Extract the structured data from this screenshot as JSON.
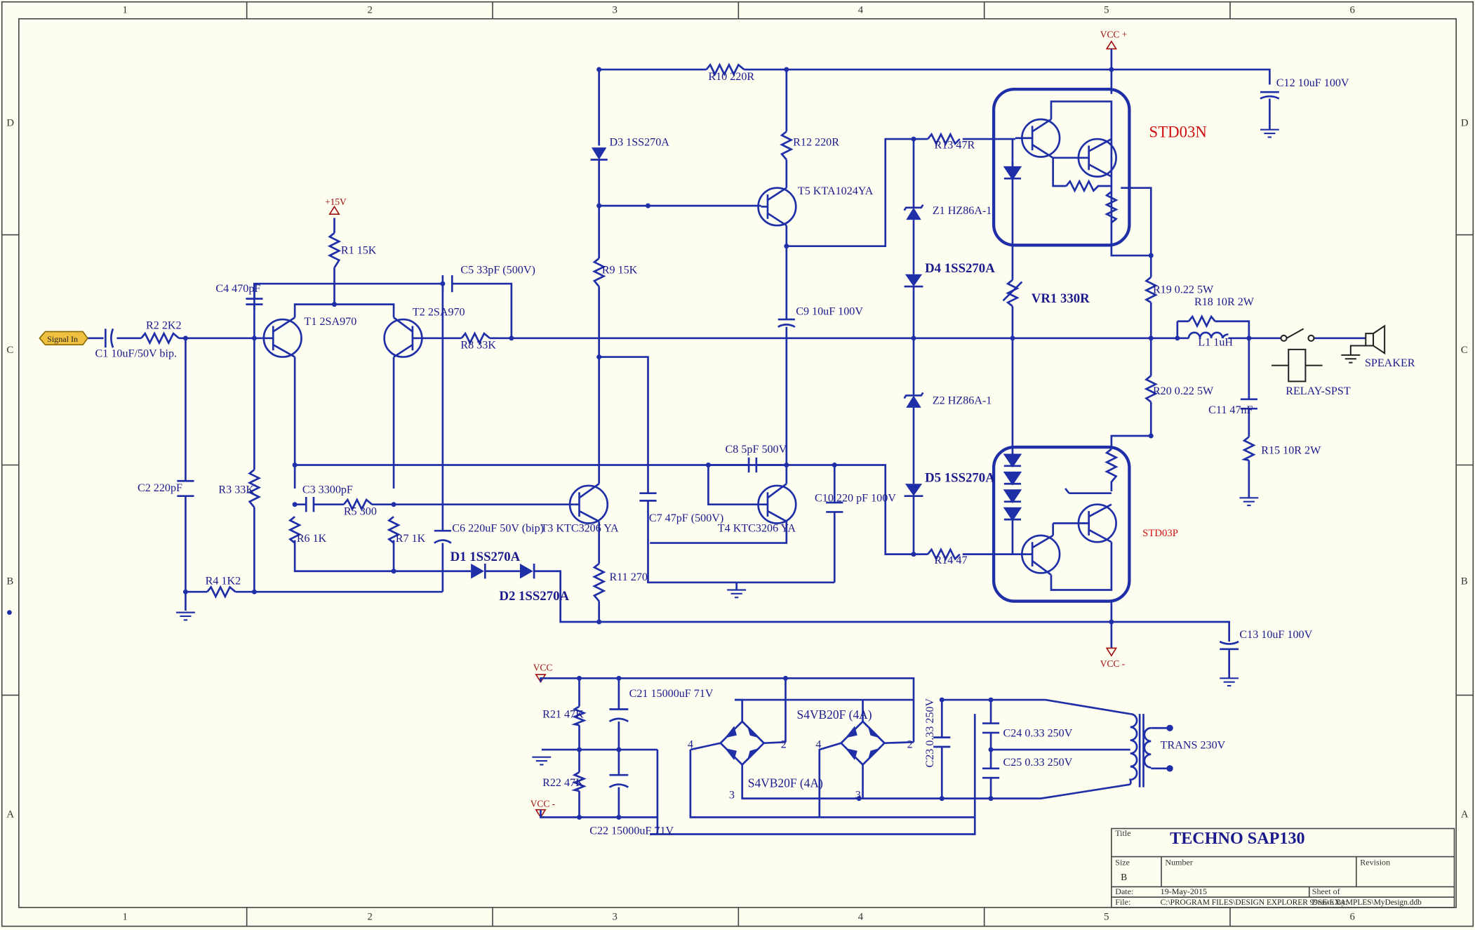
{
  "title_block": {
    "title_caption": "Title",
    "title": "TECHNO SAP130",
    "size_caption": "Size",
    "size": "B",
    "number_caption": "Number",
    "revision_caption": "Revision",
    "date_caption": "Date:",
    "date": "19-May-2015",
    "sheet_caption": "Sheet    of",
    "file_caption": "File:",
    "file": "C:\\PROGRAM FILES\\DESIGN EXPLORER 99SE\\EXAMPLES\\MyDesign.ddb",
    "drawn_by": "Drawn By:"
  },
  "zones": {
    "columns": [
      "1",
      "2",
      "3",
      "4",
      "5",
      "6"
    ],
    "rows": [
      "D",
      "C",
      "B",
      "A"
    ]
  },
  "colors": {
    "background": "#fdfdf0",
    "wire": "#1f2fa8",
    "module_label": "#d01010"
  },
  "port": {
    "label": "Signal In"
  },
  "power": {
    "p15": "+15V",
    "vcc_plus": "VCC +",
    "vcc_minus": "VCC -",
    "vcc_top": "VCC",
    "vcc_bot": "VCC -"
  },
  "labels": {
    "C1": "C1 10uF/50V bip.",
    "R2": "R2 2K2",
    "C2": "C2 220pF",
    "R3": "R3 33K",
    "R4": "R4 1K2",
    "R1": "R1 15K",
    "C4": "C4 470pF",
    "T1": "T1 2SA970",
    "T2": "T2 2SA970",
    "C5": "C5 33pF (500V)",
    "R8": "R8 33K",
    "C3": "C3 3300pF",
    "R5": "R5 300",
    "R6": "R6 1K",
    "R7": "R7 1K",
    "C6": "C6 220uF 50V (bip)",
    "D1": "D1 1SS270A",
    "D2": "D2 1SS270A",
    "R10": "R10 220R",
    "D3": "D3 1SS270A",
    "R12": "R12 220R",
    "T5": "T5 KTA1024YA",
    "R9": "R9 15K",
    "C9": "C9 10uF 100V",
    "T3": "T3 KTC3206 YA",
    "C7": "C7 47pF (500V)",
    "C8": "C8 5pF 500V",
    "T4": "T4 KTC3206 YA",
    "C10": "C10 220 pF 100V",
    "R11": "R11 270",
    "R13": "R13 47R",
    "Z1": "Z1 HZ86A-1",
    "D4": "D4 1SS270A",
    "VR1": "VR1 330R",
    "Z2": "Z2 HZ86A-1",
    "D5": "D5 1SS270A",
    "R14": "R14 47",
    "STD03N": "STD03N",
    "STD03P": "STD03P",
    "C12": "C12 10uF  100V",
    "C13": "C13 10uF  100V",
    "R19": "R19 0.22 5W",
    "R20": "R20 0.22 5W",
    "R18": "R18 10R 2W",
    "L1": "L1 1uH",
    "C11": "C11 47nF",
    "R15": "R15 10R 2W",
    "RELAY": "RELAY-SPST",
    "SPEAKER": "SPEAKER",
    "R21": "R21 47K",
    "R22": "R22 47K",
    "C21": "C21 15000uF 71V",
    "C22": "C22 15000uF 71V",
    "BR1": "S4VB20F  (4A)",
    "BR2": "S4VB20F  (4A)",
    "C23": "C23 0.33 250V",
    "C24": "C24 0.33 250V",
    "C25": "C25 0.33 250V",
    "TRANS": "TRANS 230V",
    "pin4a": "4",
    "pin2a": "2",
    "pin3a": "3",
    "pin4b": "4",
    "pin2b": "2",
    "pin3b": "3"
  }
}
